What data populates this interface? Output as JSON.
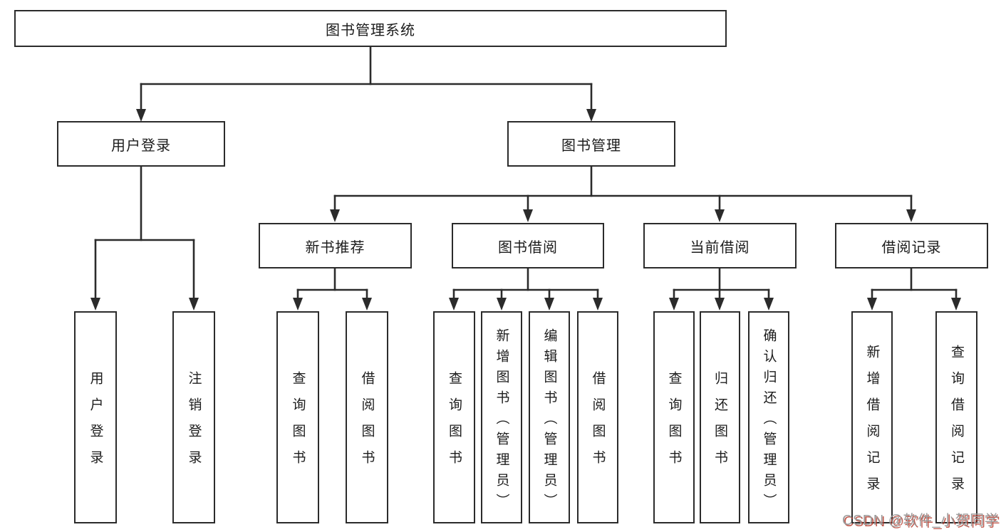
{
  "tree": {
    "label": "图书管理系统",
    "children": [
      {
        "label": "用户登录",
        "children": [
          {
            "label": "用户登录"
          },
          {
            "label": "注销登录"
          }
        ]
      },
      {
        "label": "图书管理",
        "children": [
          {
            "label": "新书推荐",
            "children": [
              {
                "label": "查询图书"
              },
              {
                "label": "借阅图书"
              }
            ]
          },
          {
            "label": "图书借阅",
            "children": [
              {
                "label": "查询图书"
              },
              {
                "label": "新增图书（管理员）"
              },
              {
                "label": "编辑图书（管理员）"
              },
              {
                "label": "借阅图书"
              }
            ]
          },
          {
            "label": "当前借阅",
            "children": [
              {
                "label": "查询图书"
              },
              {
                "label": "归还图书"
              },
              {
                "label": "确认归还（管理员）"
              }
            ]
          },
          {
            "label": "借阅记录",
            "children": [
              {
                "label": "新增借阅记录"
              },
              {
                "label": "查询借阅记录"
              }
            ]
          }
        ]
      }
    ]
  },
  "watermark": {
    "text": "CSDN @软件_小贺同学"
  },
  "colors": {
    "line": "#2b2b2b",
    "box_border": "#2b2b2b",
    "text": "#1c1c1c",
    "background": "#ffffff",
    "watermark_gray": "#9c9c9c",
    "watermark_red": "#b73e30"
  }
}
